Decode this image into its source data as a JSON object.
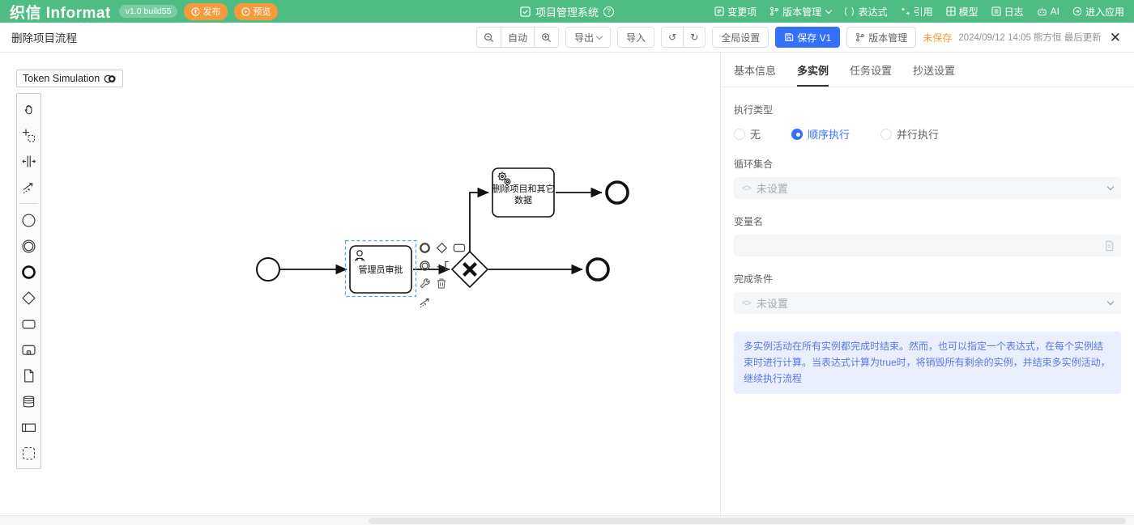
{
  "header": {
    "logo": "织信 Informat",
    "version_badge": "v1.0 build55",
    "publish_label": "发布",
    "preview_label": "预览",
    "app_title": "项目管理系统",
    "menu": [
      "变更项",
      "版本管理",
      "表达式",
      "引用",
      "模型",
      "日志",
      "AI",
      "进入应用"
    ]
  },
  "toolbar": {
    "flow_title": "删除项目流程",
    "auto_label": "自动",
    "export_label": "导出",
    "import_label": "导入",
    "global_settings_label": "全局设置",
    "save_label": "保存 V1",
    "version_manage_label": "版本管理",
    "unsaved_label": "未保存",
    "last_updated": "2024/09/12 14:05 熊方恒 最后更新",
    "close_label": "✕"
  },
  "canvas": {
    "token_simulation_label": "Token Simulation",
    "diagram": {
      "task1_label": "管理员审批",
      "task2_line1": "删除项目和其它",
      "task2_line2": "数据"
    }
  },
  "panel": {
    "tabs": [
      {
        "label": "基本信息",
        "active": false
      },
      {
        "label": "多实例",
        "active": true
      },
      {
        "label": "任务设置",
        "active": false
      },
      {
        "label": "抄送设置",
        "active": false
      }
    ],
    "exec_type": {
      "label": "执行类型",
      "options": [
        {
          "label": "无",
          "selected": false
        },
        {
          "label": "顺序执行",
          "selected": true
        },
        {
          "label": "并行执行",
          "selected": false
        }
      ]
    },
    "loop_collection": {
      "label": "循环集合",
      "value": "未设置"
    },
    "variable_name": {
      "label": "变量名",
      "value": ""
    },
    "complete_condition": {
      "label": "完成条件",
      "value": "未设置"
    },
    "info_text": "多实例活动在所有实例都完成时结束。然而，也可以指定一个表达式，在每个实例结束时进行计算。当表达式计算为true时，将销毁所有剩余的实例，并结束多实例活动，继续执行流程"
  },
  "colors": {
    "header_green": "#4fbc82",
    "accent_orange": "#f59b3c",
    "primary_blue": "#3370ff",
    "info_bg": "#e9effc",
    "info_text": "#5a78e6"
  }
}
